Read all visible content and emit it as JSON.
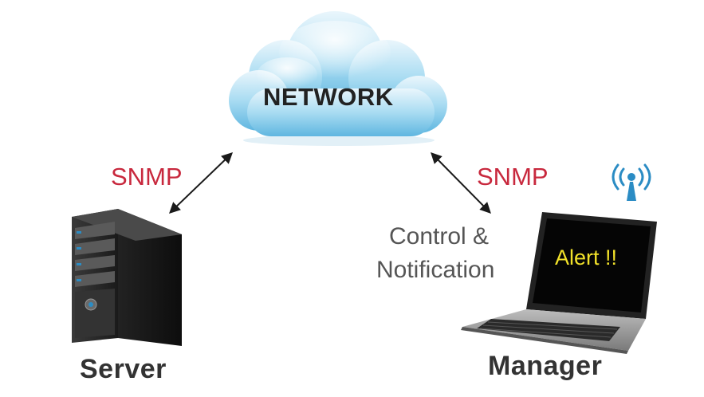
{
  "diagram": {
    "network_label": "NETWORK",
    "left_protocol": "SNMP",
    "right_protocol": "SNMP",
    "server_label": "Server",
    "manager_label": "Manager",
    "control_line1": "Control &",
    "control_line2": "Notification",
    "alert_text": "Alert !!"
  },
  "colors": {
    "protocol": "#c8283d",
    "label": "#555555",
    "alert": "#f2e22a",
    "signal_icon": "#2b8cc4"
  }
}
